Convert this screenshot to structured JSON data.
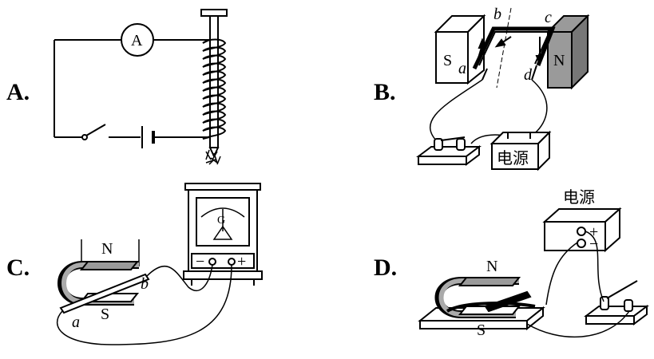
{
  "options": {
    "a": {
      "label": "A."
    },
    "b": {
      "label": "B.",
      "pole_s": "S",
      "pole_n": "N",
      "side_a": "a",
      "side_b": "b",
      "side_c": "c",
      "side_d": "d",
      "source": "电源"
    },
    "c": {
      "label": "C.",
      "pole_n": "N",
      "pole_s": "S",
      "end_a": "a",
      "end_b": "b",
      "meter_plus": "+",
      "meter_minus": "−",
      "meter_g": "G"
    },
    "d": {
      "label": "D.",
      "source": "电源",
      "pole_n": "N",
      "pole_s": "S",
      "plus": "+",
      "minus": "−"
    }
  },
  "symbols": {
    "ammeter": "A"
  },
  "colors": {
    "stroke": "#000000",
    "magnet_gray": "#9a9a9a",
    "dark_gray": "#555555"
  }
}
